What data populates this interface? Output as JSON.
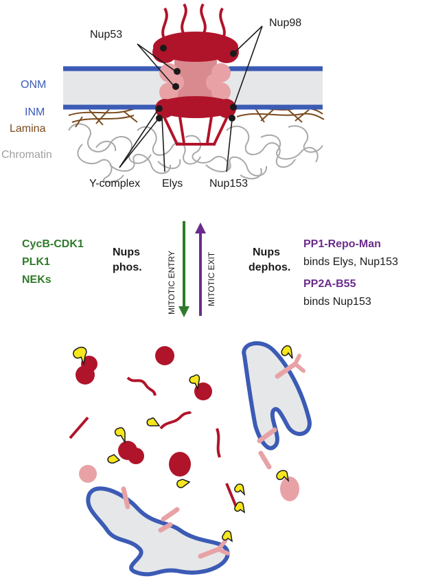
{
  "top_labels": {
    "nup53": "Nup53",
    "nup98": "Nup98",
    "onm": "ONM",
    "inm": "INM",
    "lamina": "Lamina",
    "chromatin": "Chromatin",
    "y_complex": "Y-complex",
    "elys": "Elys",
    "nup153": "Nup153"
  },
  "kinases": [
    "CycB-CDK1",
    "PLK1",
    "NEKs"
  ],
  "nups_phos": [
    "Nups",
    "phos."
  ],
  "nups_dephos": [
    "Nups",
    "dephos."
  ],
  "arrows": {
    "entry": "MITOTIC ENTRY",
    "exit": "MITOTIC EXIT"
  },
  "phosphatases": [
    {
      "name": "PP1-Repo-Man",
      "binds": "binds Elys, Nup153"
    },
    {
      "name": "PP2A-B55",
      "binds": "binds Nup153"
    }
  ],
  "colors": {
    "membrane": "#3b5bb5",
    "nup_dark": "#b0142a",
    "nup_light": "#e8a2a6",
    "lamina": "#7a4a1c",
    "chromatin": "#a8a8a8",
    "kinase_green": "#2f7a2a",
    "phosphatase_purple": "#6a2c8c",
    "phospho": "#f5e61d"
  }
}
